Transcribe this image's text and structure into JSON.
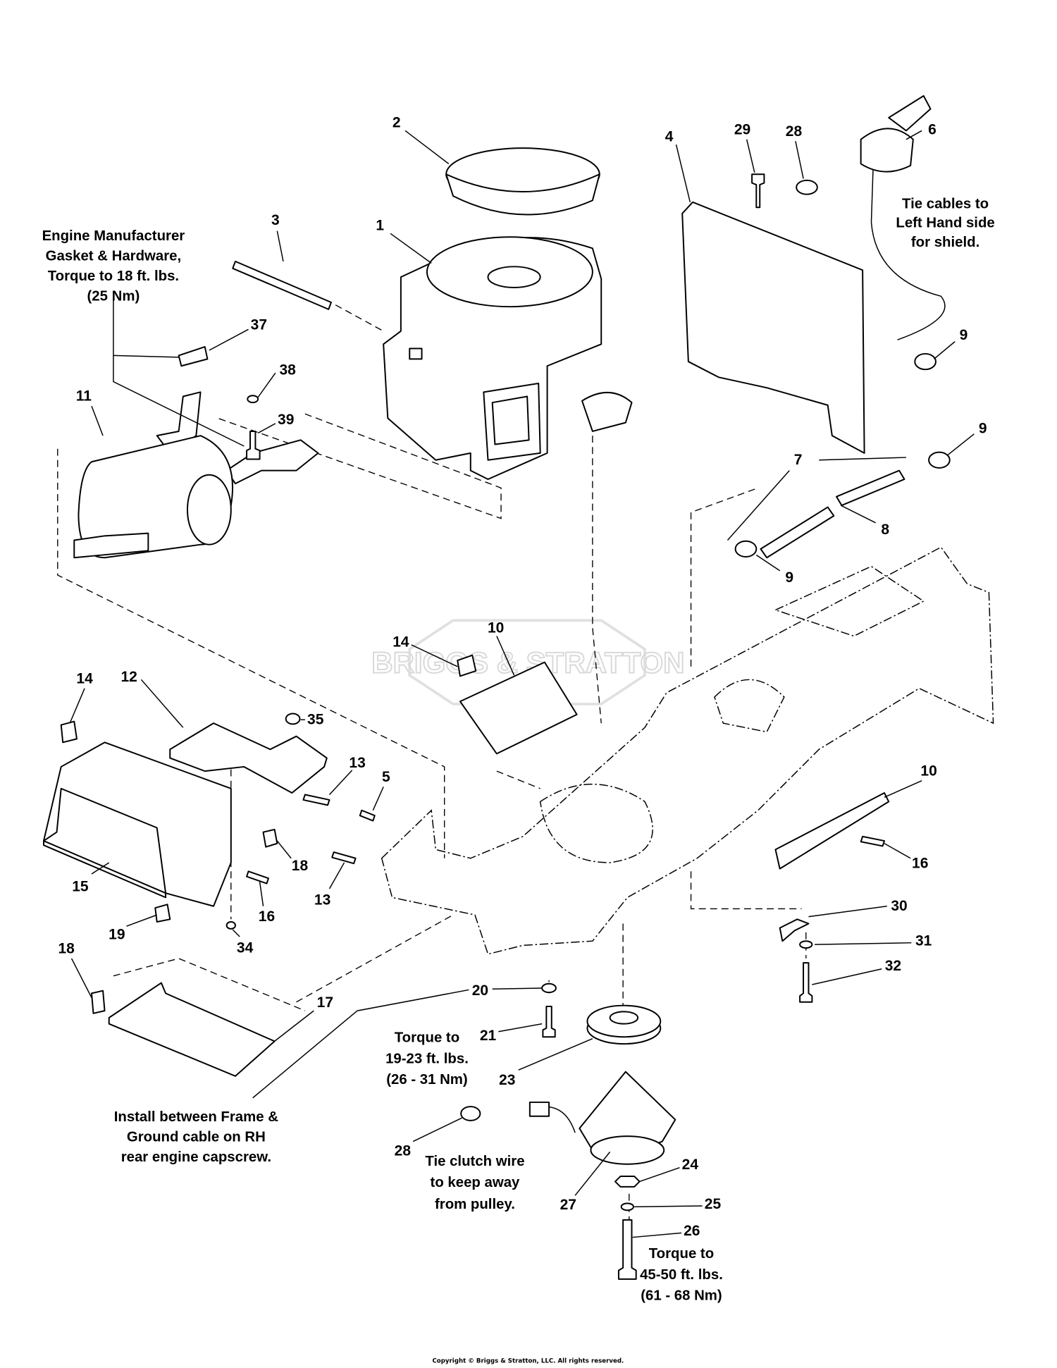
{
  "callouts": [
    "1",
    "2",
    "3",
    "4",
    "5",
    "6",
    "7",
    "8",
    "9",
    "9",
    "9",
    "10",
    "10",
    "11",
    "12",
    "13",
    "13",
    "14",
    "14",
    "15",
    "16",
    "16",
    "17",
    "18",
    "18",
    "19",
    "20",
    "21",
    "23",
    "24",
    "25",
    "26",
    "27",
    "28",
    "28",
    "29",
    "30",
    "31",
    "32",
    "34",
    "35",
    "37",
    "38",
    "39"
  ],
  "notes": {
    "engine_gasket": [
      "Engine Manufacturer",
      "Gasket & Hardware,",
      "Torque to 18 ft. lbs.",
      "(25 Nm)"
    ],
    "tie_cables": [
      "Tie cables to",
      "Left Hand side",
      "for shield."
    ],
    "torque_21": [
      "Torque to",
      "19-23 ft. lbs.",
      "(26 - 31 Nm)"
    ],
    "install_ground": [
      "Install between Frame &",
      "Ground cable on RH",
      "rear engine capscrew."
    ],
    "tie_clutch": [
      "Tie clutch wire",
      "to keep away",
      "from pulley."
    ],
    "torque_26": [
      "Torque to",
      "45-50 ft. lbs.",
      "(61 - 68 Nm)"
    ]
  },
  "watermark": "BRIGGS & STRATTON",
  "copyright": "Copyright © Briggs & Stratton, LLC. All rights reserved."
}
